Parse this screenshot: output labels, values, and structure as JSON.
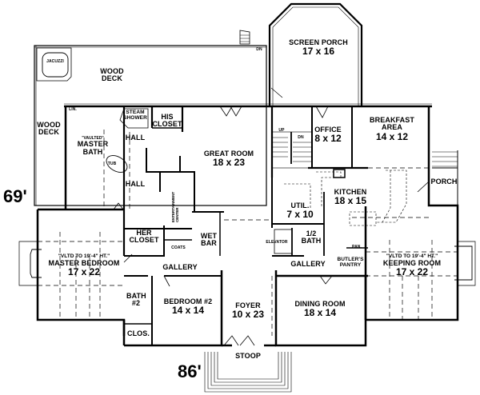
{
  "plan": {
    "overall_width": "86'",
    "overall_depth": "69'",
    "rooms": [
      {
        "id": "screen_porch",
        "name": "SCREEN PORCH",
        "dim": "17 x 16"
      },
      {
        "id": "wood_deck_top",
        "name": "WOOD DECK",
        "dim": ""
      },
      {
        "id": "wood_deck_side",
        "name": "WOOD DECK",
        "dim": ""
      },
      {
        "id": "jacuzzi",
        "name": "JACUZZI",
        "dim": ""
      },
      {
        "id": "steam_shower",
        "name": "STEAM SHOWER",
        "dim": ""
      },
      {
        "id": "his_closet",
        "name": "HIS CLOSET",
        "dim": ""
      },
      {
        "id": "lin",
        "name": "LIN.",
        "dim": ""
      },
      {
        "id": "master_bath",
        "name": "MASTER BATH",
        "dim": "",
        "note": "\"VAULTED\""
      },
      {
        "id": "tub",
        "name": "TUB",
        "dim": ""
      },
      {
        "id": "hall_upper",
        "name": "HALL",
        "dim": ""
      },
      {
        "id": "hall_lower",
        "name": "HALL",
        "dim": ""
      },
      {
        "id": "great_room",
        "name": "GREAT ROOM",
        "dim": "18 x 23"
      },
      {
        "id": "office",
        "name": "OFFICE",
        "dim": "8 x 12"
      },
      {
        "id": "breakfast_area",
        "name": "BREAKFAST AREA",
        "dim": "14 x 12"
      },
      {
        "id": "kitchen",
        "name": "KITCHEN",
        "dim": "18 x 15"
      },
      {
        "id": "porch",
        "name": "PORCH",
        "dim": ""
      },
      {
        "id": "util",
        "name": "UTIL.",
        "dim": "7 x 10"
      },
      {
        "id": "half_bath",
        "name": "1/2 BATH",
        "dim": ""
      },
      {
        "id": "elevator",
        "name": "ELEVATOR",
        "dim": ""
      },
      {
        "id": "entertainment_center",
        "name": "ENTERTAINMENT CENTER",
        "dim": ""
      },
      {
        "id": "her_closet",
        "name": "HER CLOSET",
        "dim": ""
      },
      {
        "id": "coats",
        "name": "COATS",
        "dim": ""
      },
      {
        "id": "wet_bar",
        "name": "WET BAR",
        "dim": ""
      },
      {
        "id": "master_bedroom",
        "name": "MASTER BEDROOM",
        "dim": "17 x 22",
        "note": "\"VLTD TO 19'-4\" HT.\""
      },
      {
        "id": "gallery_left",
        "name": "GALLERY",
        "dim": ""
      },
      {
        "id": "gallery_right",
        "name": "GALLERY",
        "dim": ""
      },
      {
        "id": "butlers_pantry",
        "name": "BUTLER'S PANTRY",
        "dim": ""
      },
      {
        "id": "pan",
        "name": "PAN.",
        "dim": ""
      },
      {
        "id": "keeping_room",
        "name": "KEEPING ROOM",
        "dim": "17 x 22",
        "note": "\"VLTD TO 19'-4\" HT.\""
      },
      {
        "id": "bath2",
        "name": "BATH #2",
        "dim": ""
      },
      {
        "id": "clos",
        "name": "CLOS.",
        "dim": ""
      },
      {
        "id": "bedroom2",
        "name": "BEDROOM #2",
        "dim": "14 x 14"
      },
      {
        "id": "foyer",
        "name": "FOYER",
        "dim": "10 x 23"
      },
      {
        "id": "dining_room",
        "name": "DINING ROOM",
        "dim": "18 x 14"
      },
      {
        "id": "stoop",
        "name": "STOOP",
        "dim": ""
      }
    ],
    "stair_labels": {
      "up": "UP",
      "dn": "DN",
      "deck_dn": "DN"
    }
  }
}
